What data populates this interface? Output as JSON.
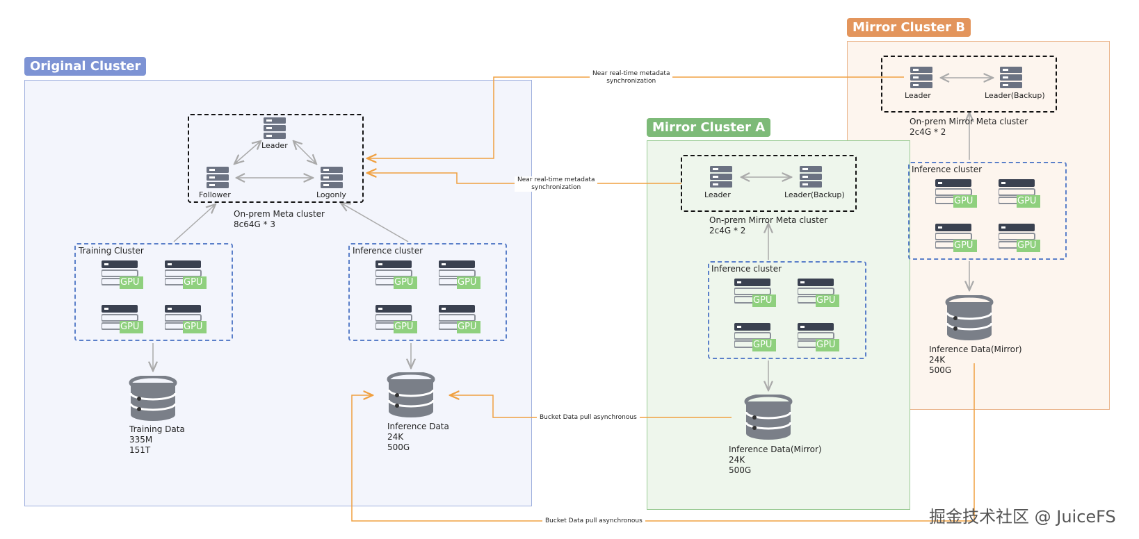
{
  "colors": {
    "original": "#7d93d4",
    "mirror_a": "#7dba78",
    "mirror_b": "#e3955c",
    "arrow": "#f0a040",
    "line": "#b0b0b0",
    "server": "#3a4150",
    "gpu": "#8fd07e"
  },
  "original": {
    "title": "Original Cluster",
    "meta": {
      "leader": "Leader",
      "follower": "Follower",
      "logonly": "Logonly",
      "caption1": "On-prem Meta cluster",
      "caption2": "8c64G * 3"
    },
    "training": {
      "title": "Training Cluster",
      "gpu": [
        "GPU",
        "GPU",
        "GPU",
        "GPU"
      ]
    },
    "inference": {
      "title": "Inference cluster",
      "gpu": [
        "GPU",
        "GPU",
        "GPU",
        "GPU"
      ]
    },
    "training_data": {
      "name": "Training Data",
      "count": "335M",
      "size": "151T"
    },
    "inference_data": {
      "name": "Inference Data",
      "count": "24K",
      "size": "500G"
    }
  },
  "mirror_a": {
    "title": "Mirror Cluster A",
    "meta": {
      "leader": "Leader",
      "backup": "Leader(Backup)",
      "caption1": "On-prem Mirror Meta cluster",
      "caption2": "2c4G * 2"
    },
    "inference": {
      "title": "Inference cluster",
      "gpu": [
        "GPU",
        "GPU",
        "GPU",
        "GPU"
      ]
    },
    "data": {
      "name": "Inference Data(Mirror)",
      "count": "24K",
      "size": "500G"
    }
  },
  "mirror_b": {
    "title": "Mirror Cluster B",
    "meta": {
      "leader": "Leader",
      "backup": "Leader(Backup)",
      "caption1": "On-prem Mirror Meta cluster",
      "caption2": "2c4G * 2"
    },
    "inference": {
      "title": "Inference cluster",
      "gpu": [
        "GPU",
        "GPU",
        "GPU",
        "GPU"
      ]
    },
    "data": {
      "name": "Inference Data(Mirror)",
      "count": "24K",
      "size": "500G"
    }
  },
  "links": {
    "sync_top_1": "Near real-time metadata",
    "sync_top_2": "synchronization",
    "sync_mid_1": "Near real-time metadata",
    "sync_mid_2": "synchronization",
    "pull_mid": "Bucket Data pull asynchronous",
    "pull_bottom": "Bucket Data pull asynchronous"
  },
  "watermark": "掘金技术社区 @ JuiceFS"
}
